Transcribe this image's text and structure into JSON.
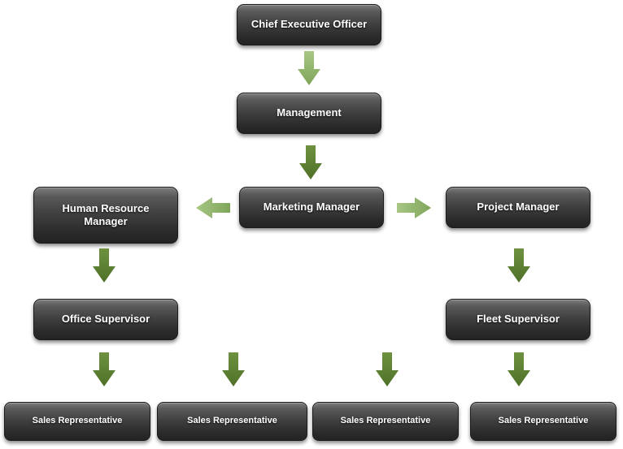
{
  "org_chart": {
    "ceo": "Chief Executive Officer",
    "management": "Management",
    "marketing_manager": "Marketing Manager",
    "hr_manager": "Human Resource Manager",
    "project_manager": "Project Manager",
    "office_supervisor": "Office Supervisor",
    "fleet_supervisor": "Fleet Supervisor",
    "sales_reps": [
      "Sales Representative",
      "Sales Representative",
      "Sales Representative",
      "Sales Representative"
    ]
  },
  "colors": {
    "box_dark": "#2a2a2a",
    "box_light": "#7d7d7d",
    "arrow_dark": "#5a7d2e",
    "arrow_light": "#8fb46a",
    "text": "#ffffff"
  }
}
